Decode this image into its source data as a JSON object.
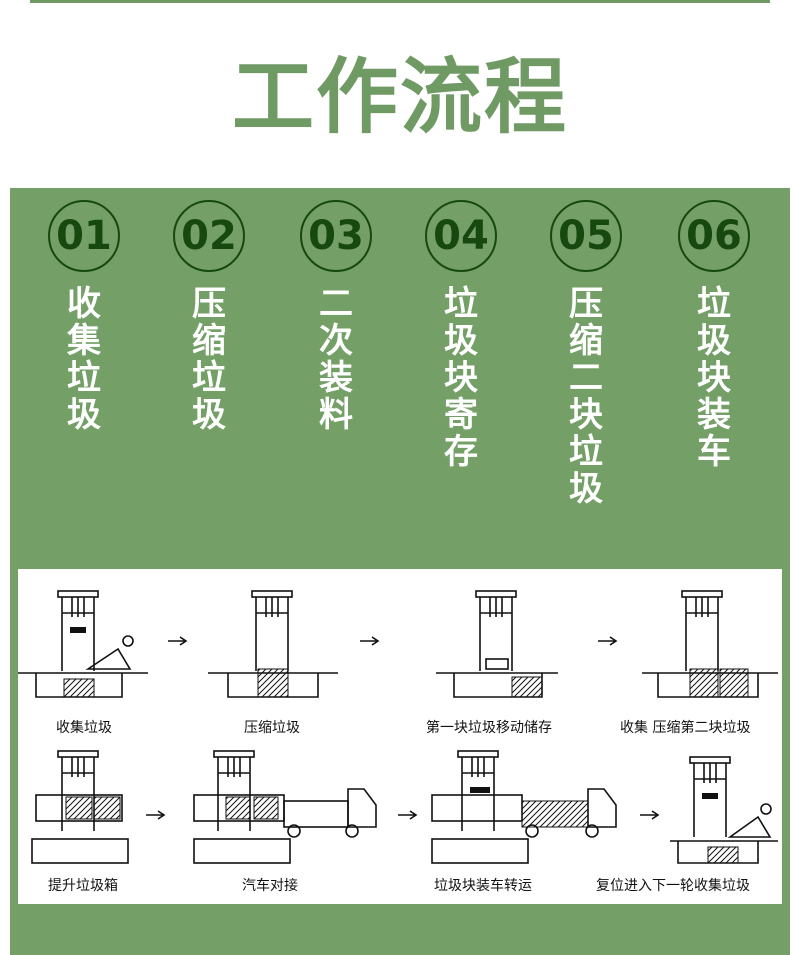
{
  "title": "工作流程",
  "steps": [
    {
      "number": "01",
      "label": "收集垃圾"
    },
    {
      "number": "02",
      "label": "压缩垃圾"
    },
    {
      "number": "03",
      "label": "二次装料"
    },
    {
      "number": "04",
      "label": "垃圾块寄存"
    },
    {
      "number": "05",
      "label": "压缩二块垃圾"
    },
    {
      "number": "06",
      "label": "垃圾块装车"
    }
  ],
  "diagram": {
    "row1": [
      "收集垃圾",
      "压缩垃圾",
      "第一块垃圾移动储存",
      "收集 压缩第二块垃圾"
    ],
    "row2": [
      "提升垃圾箱",
      "汽车对接",
      "垃圾块装车转运",
      "复位进入下一轮收集垃圾"
    ]
  },
  "colors": {
    "accent": "#6f9a64",
    "panel": "#74a067",
    "circle_text": "#17480f"
  }
}
